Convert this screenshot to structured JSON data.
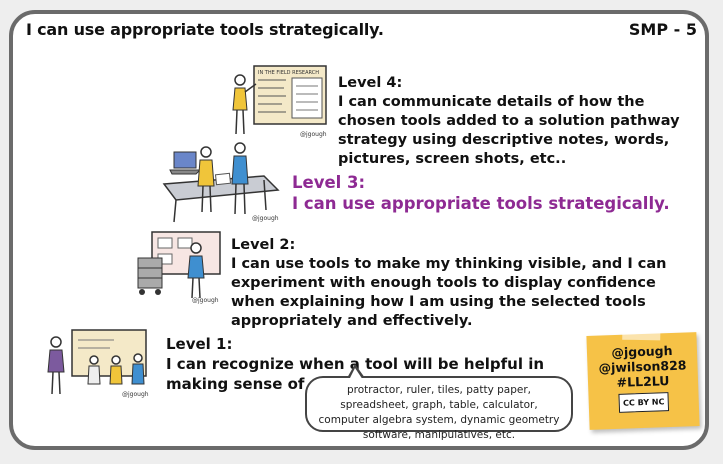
{
  "header": {
    "title": "I can use appropriate tools strategically.",
    "code": "SMP - 5"
  },
  "levels": [
    {
      "heading": "Level 4:",
      "text": "I can communicate details of how the chosen tools added to a solution pathway strategy using descriptive notes, words, pictures, screen shots, etc.."
    },
    {
      "heading": "Level 3:",
      "text": "I can use appropriate tools strategically."
    },
    {
      "heading": "Level 2:",
      "text": "I can use tools to make my thinking visible, and I can experiment with enough tools to display confidence when explaining how I am using the selected tools appropriately and effectively."
    },
    {
      "heading": "Level 1:",
      "text": "I can recognize when a tool will be helpful in making sense of a problem."
    }
  ],
  "tools_bubble": "protractor, ruler, tiles, patty paper, spreadsheet, graph, table, calculator, computer algebra system, dynamic geometry software, manipulatives, etc.",
  "sticky_note": {
    "line1": "@jgough",
    "line2": "@jwilson828",
    "line3": "#LL2LU",
    "license": "CC BY NC"
  },
  "sketch_signature": "@jgough",
  "poster_title": "IN THE FIELD RESEARCH",
  "colors": {
    "level3_accent": "#8e2a93",
    "sticky": "#f6c247",
    "frame": "#6b6b6b"
  }
}
